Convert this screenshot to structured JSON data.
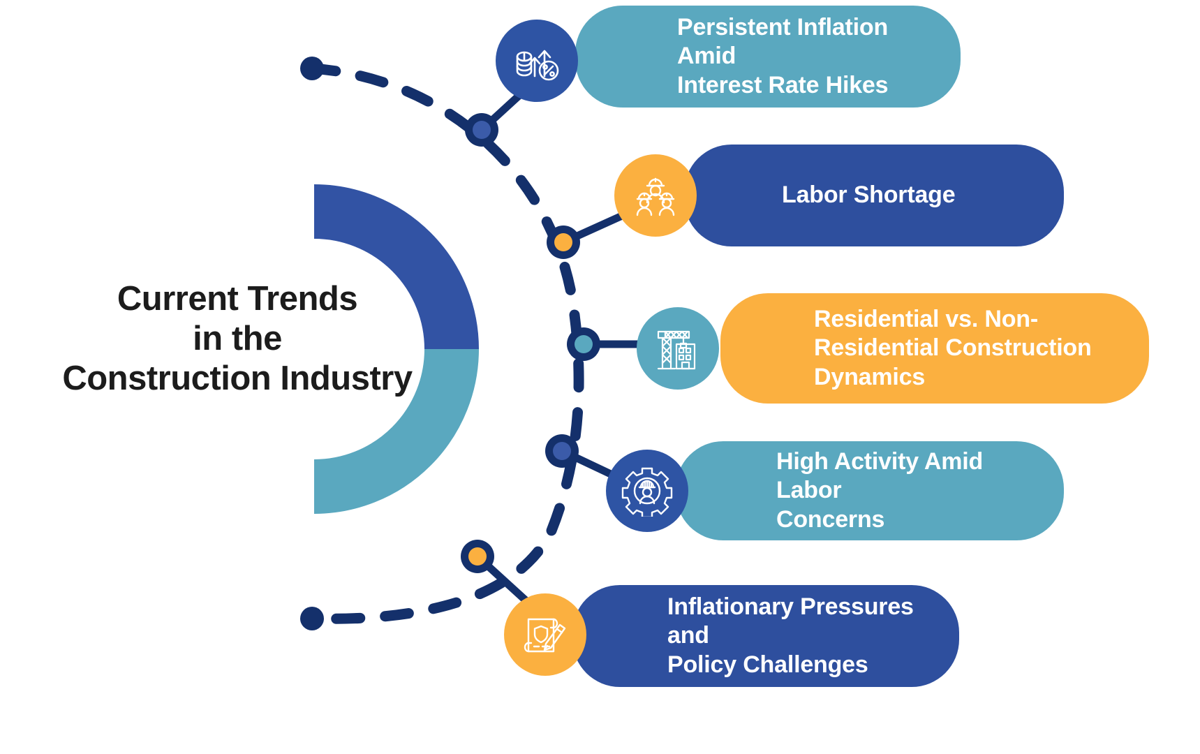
{
  "title": {
    "lines": [
      "Current Trends",
      "in the",
      "Construction Industry"
    ],
    "color": "#1c1c1c"
  },
  "palette": {
    "navy": "#14306b",
    "blue": "#2e54a4",
    "blue_card": "#2e4f9e",
    "teal": "#5aa8bf",
    "orange": "#fbb040",
    "arc_top": "#3253a4",
    "arc_bottom": "#5aa8bf",
    "node_inner_blue": "#3b5ba9",
    "white": "#ffffff"
  },
  "arc": {
    "top_half_color": "#3253a4",
    "bottom_half_color": "#5aa8bf",
    "description": "half-ring opening to the left"
  },
  "spine": {
    "style": "dashed",
    "color": "#14306b",
    "endpoint_dots": 2
  },
  "cards": [
    {
      "id": "card-1",
      "label": "Persistent Inflation Amid Interest Rate Hikes",
      "label_lines": [
        "Persistent Inflation Amid",
        "Interest Rate Hikes"
      ],
      "pill_color": "#5aa8bf",
      "badge_color": "#2e54a4",
      "icon": "coins-arrows-percent-icon",
      "node_fill": "#3b5ba9"
    },
    {
      "id": "card-2",
      "label": "Labor Shortage",
      "label_lines": [
        "Labor Shortage"
      ],
      "pill_color": "#2e4f9e",
      "badge_color": "#fbb040",
      "icon": "construction-workers-icon",
      "node_fill": "#fbb040"
    },
    {
      "id": "card-3",
      "label": "Residential vs. Non-Residential Construction Dynamics",
      "label_lines": [
        "Residential vs. Non-",
        "Residential Construction",
        "Dynamics"
      ],
      "pill_color": "#fbb040",
      "badge_color": "#5aa8bf",
      "icon": "crane-building-icon",
      "node_fill": "#5aa8bf"
    },
    {
      "id": "card-4",
      "label": "High Activity Amid Labor Concerns",
      "label_lines": [
        "High Activity Amid Labor",
        "Concerns"
      ],
      "pill_color": "#5aa8bf",
      "badge_color": "#2e54a4",
      "icon": "gear-worker-icon",
      "node_fill": "#3b5ba9"
    },
    {
      "id": "card-5",
      "label": "Inflationary Pressures and Policy Challenges",
      "label_lines": [
        "Inflationary Pressures and",
        "Policy Challenges"
      ],
      "pill_color": "#2e4f9e",
      "badge_color": "#fbb040",
      "icon": "policy-document-pen-icon",
      "node_fill": "#fbb040"
    }
  ]
}
